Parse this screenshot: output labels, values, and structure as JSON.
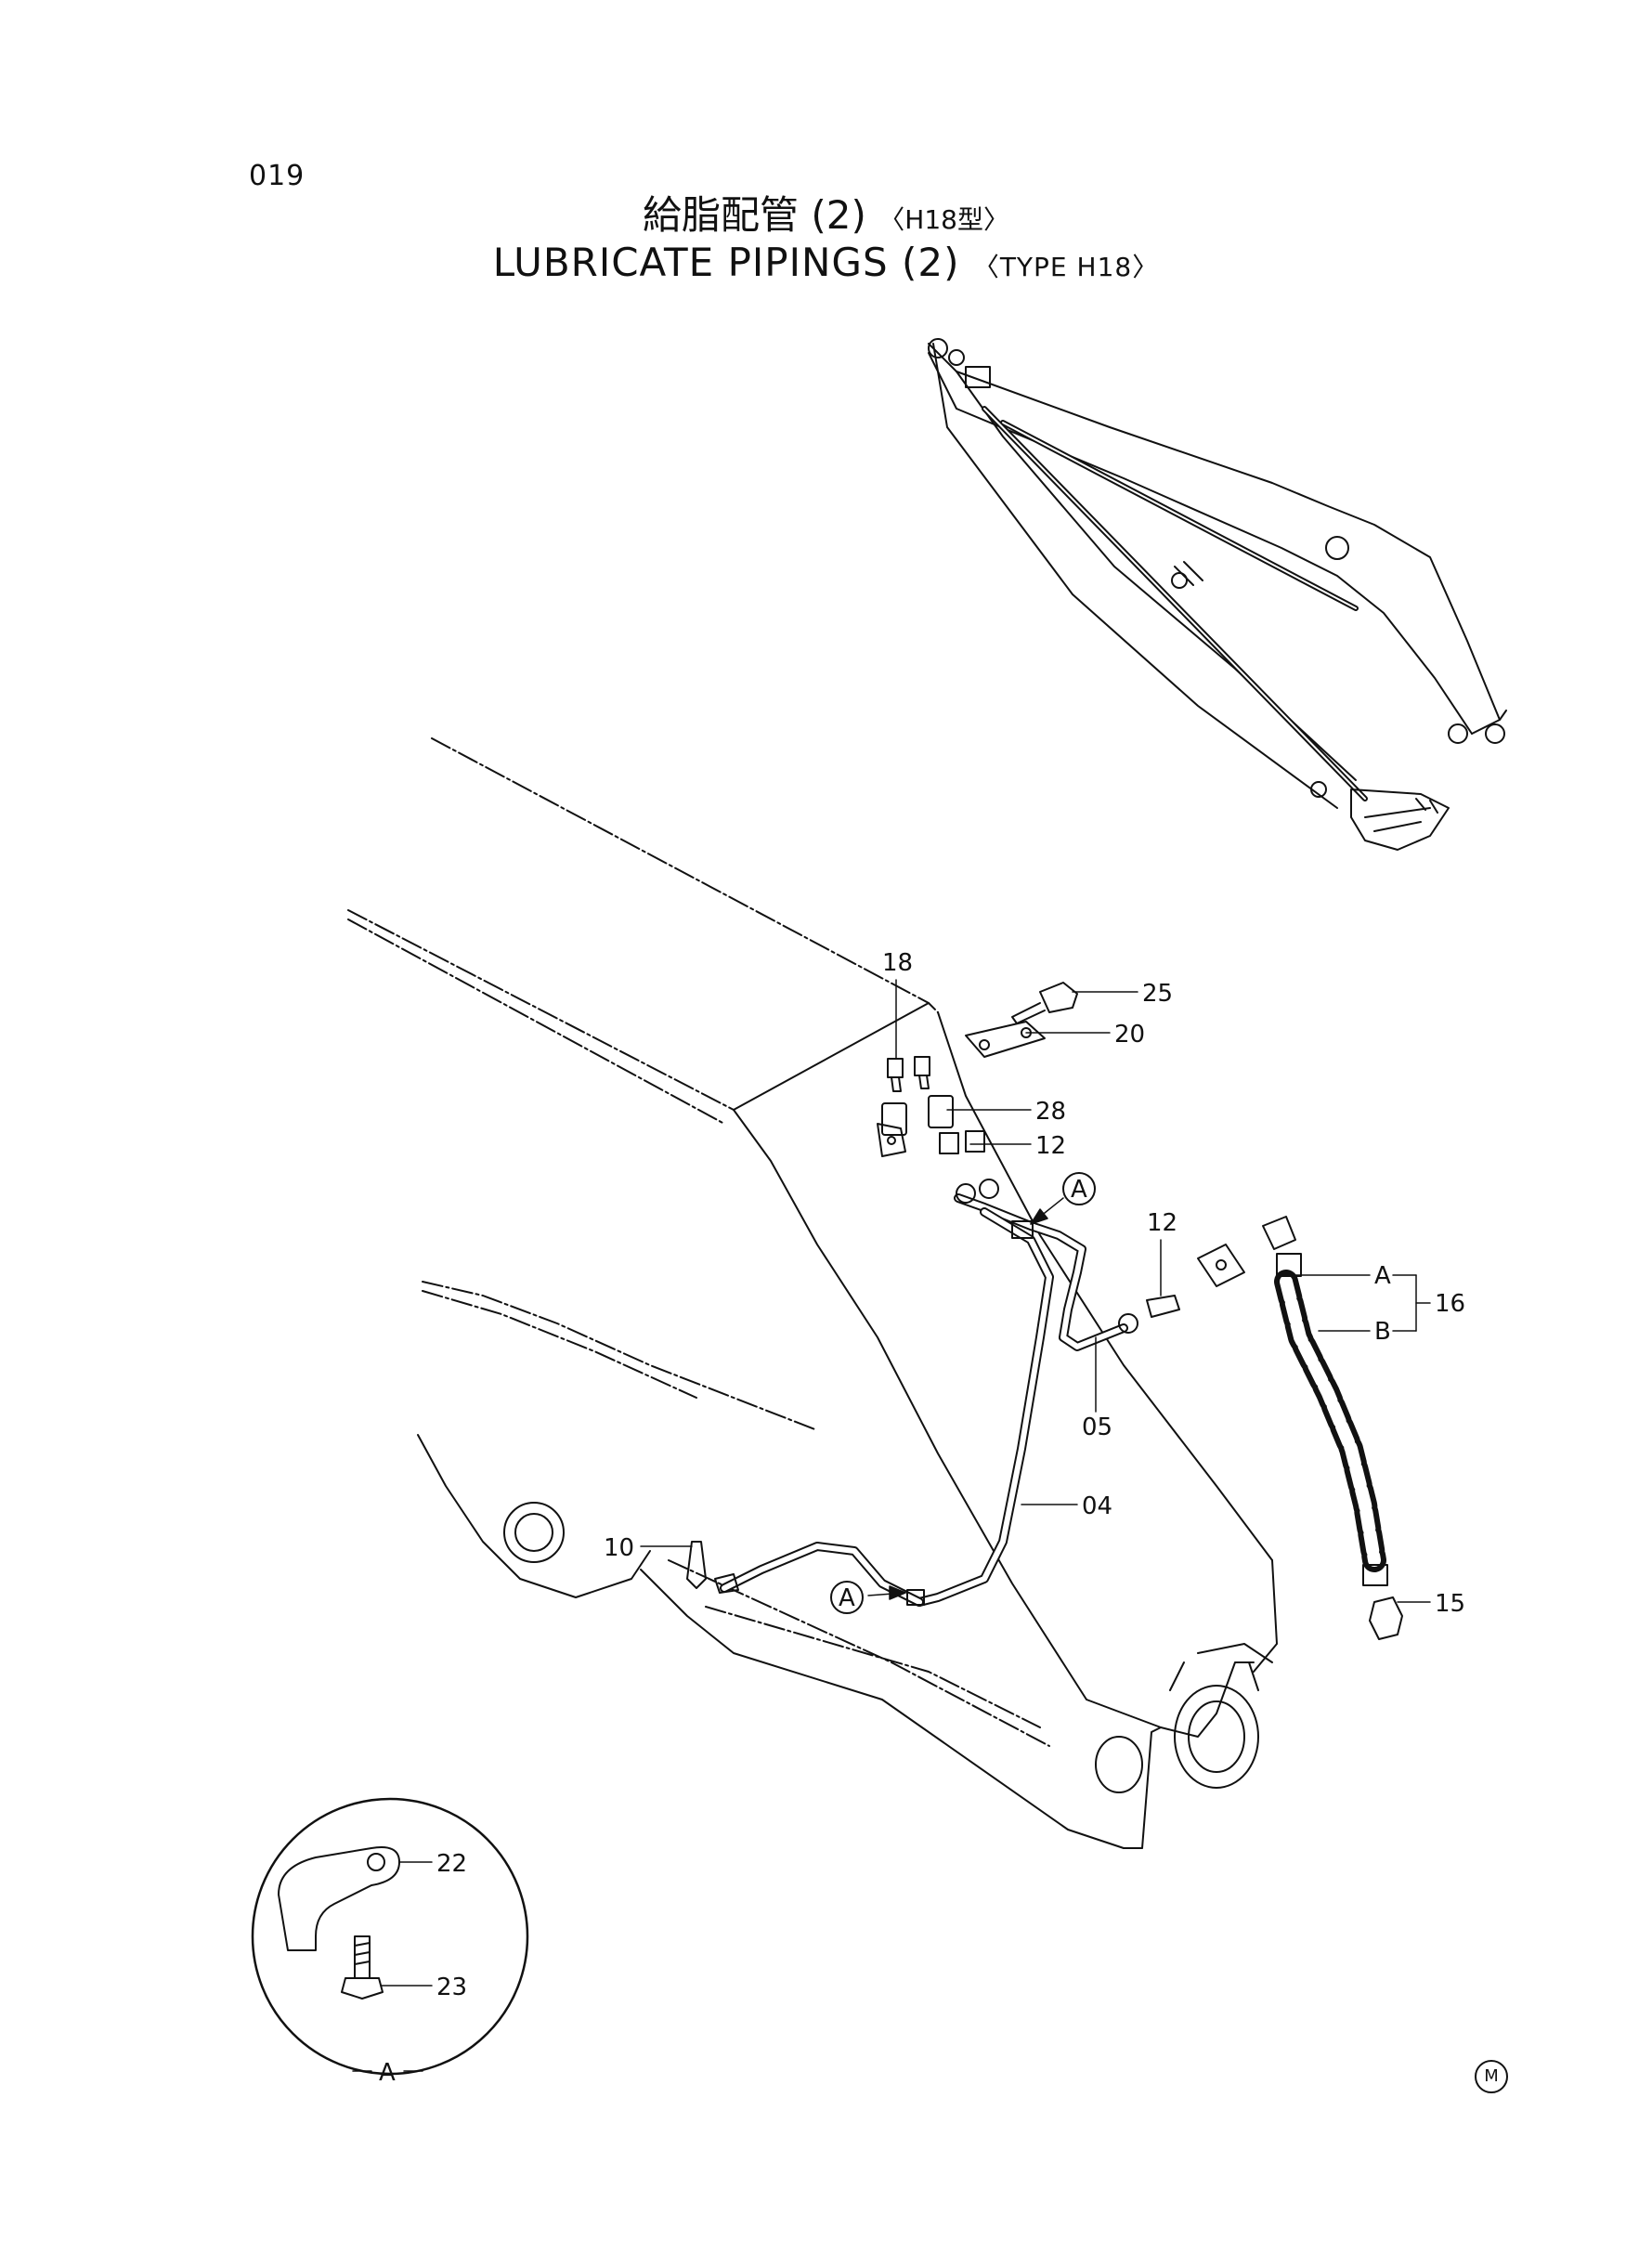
{
  "page_number": "019",
  "title": {
    "jp_main": "給脂配管 (2)",
    "jp_type": "〈H18型〉",
    "en_main": "LUBRICATE PIPINGS (2)",
    "en_type": "〈TYPE H18〉"
  },
  "callouts": {
    "p18": "18",
    "p25": "25",
    "p20": "20",
    "p28": "28",
    "p12a": "12",
    "p12b": "12",
    "p16": "16",
    "p05": "05",
    "p04": "04",
    "p10": "10",
    "p15": "15",
    "p22": "22",
    "p23": "23"
  },
  "hose_letters": {
    "a": "A",
    "b": "B"
  },
  "view_markers": {
    "upper": "A",
    "lower": "A",
    "detail": "A"
  },
  "corner_mark": "M"
}
